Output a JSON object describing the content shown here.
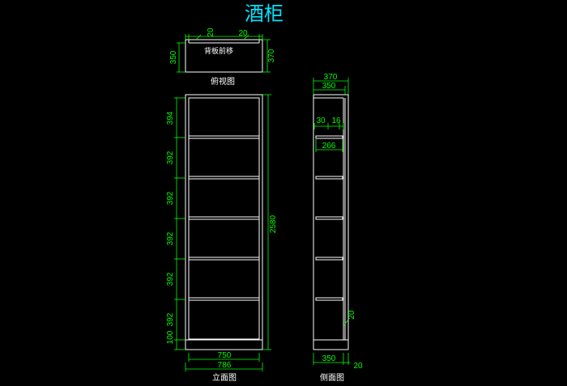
{
  "title": "酒柜",
  "views": {
    "top": {
      "label": "俯视图",
      "note": "背板前移"
    },
    "front": {
      "label": "立面图"
    },
    "side": {
      "label": "侧面图"
    }
  },
  "dims": {
    "top_left_inner": "20",
    "top_right_inner": "20",
    "top_depth_left": "350",
    "top_depth_right": "370",
    "side_total_depth": "370",
    "side_inner_depth": "350",
    "side_back_gap": "30",
    "side_back_thick": "16",
    "side_shelf_depth": "266",
    "side_kick_gap": "20",
    "side_bottom_depth": "350",
    "side_bottom_offset": "20",
    "front_h1": "394",
    "front_h2": "392",
    "front_h3": "392",
    "front_h4": "392",
    "front_h5": "392",
    "front_h6": "392",
    "front_plinth": "100",
    "front_total_h": "2580",
    "front_inner_w": "750",
    "front_total_w": "786"
  },
  "colors": {
    "title": "#00e5ff",
    "dimension": "#00ff00",
    "lines": "#ffffff",
    "background": "#000000"
  }
}
